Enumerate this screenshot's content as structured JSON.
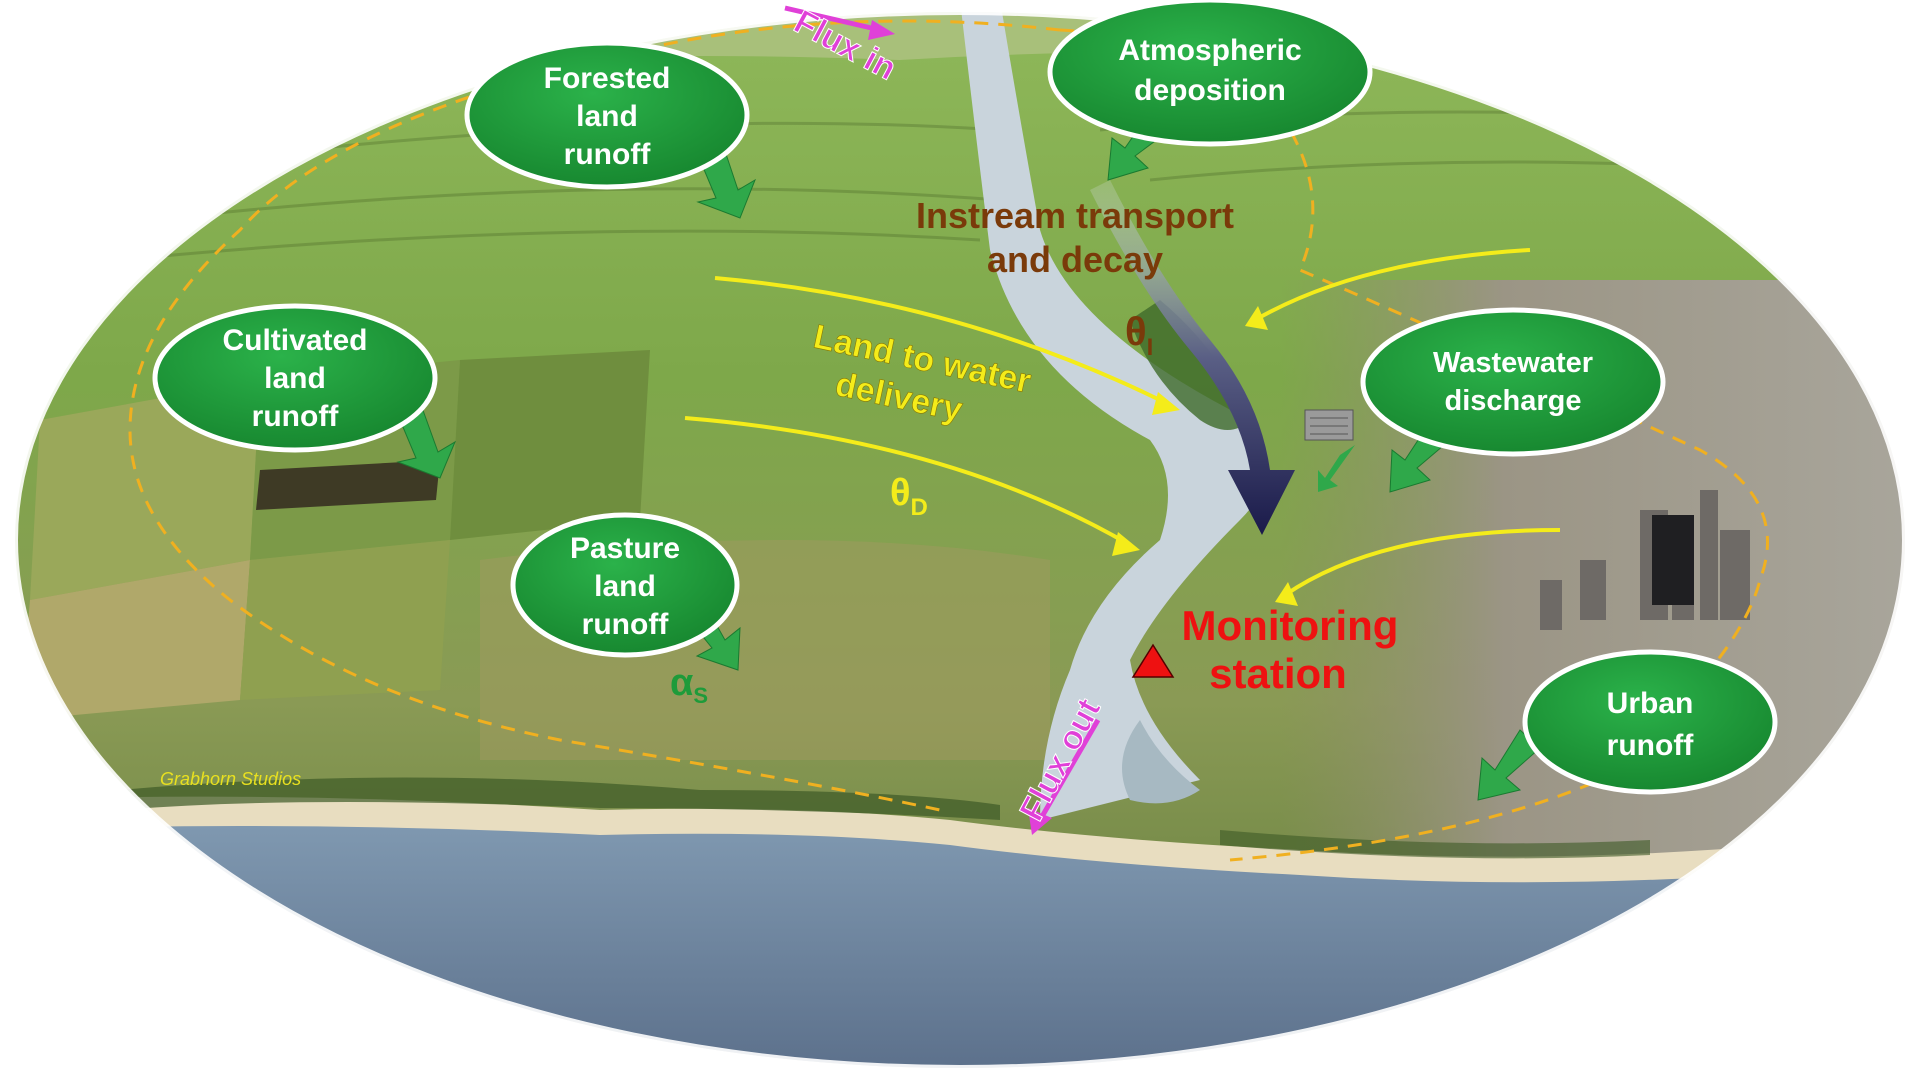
{
  "bubbles": {
    "forested": [
      "Forested",
      "land",
      "runoff"
    ],
    "atmospheric": [
      "Atmospheric",
      "deposition"
    ],
    "cultivated": [
      "Cultivated",
      "land",
      "runoff"
    ],
    "wastewater": [
      "Wastewater",
      "discharge"
    ],
    "pasture": [
      "Pasture",
      "land",
      "runoff"
    ],
    "urban": [
      "Urban",
      "runoff"
    ]
  },
  "labels": {
    "flux_in": "Flux in",
    "flux_out": "Flux out",
    "instream": [
      "Instream transport",
      "and decay"
    ],
    "land_to_water": [
      "Land to water",
      "delivery"
    ],
    "theta_i_base": "θ",
    "theta_i_sub": "I",
    "theta_d_base": "θ",
    "theta_d_sub": "D",
    "alpha_base": "α",
    "alpha_sub": "S",
    "monitoring": [
      "Monitoring",
      "station"
    ],
    "credit": "Grabhorn Studios"
  },
  "colors": {
    "bubble_fill": "#1e9b3a",
    "bubble_stroke": "#ffffff",
    "arrow_green": "#2fa84a",
    "delivery_yellow": "#f4ec1a",
    "boundary_orange": "#f0b020",
    "flux_magenta": "#e040d8",
    "instream_brown": "#7a3a0a",
    "monitoring_red": "#ee1111",
    "river_dark": "#1a1a4a",
    "credit_yellow": "#e8e020"
  }
}
